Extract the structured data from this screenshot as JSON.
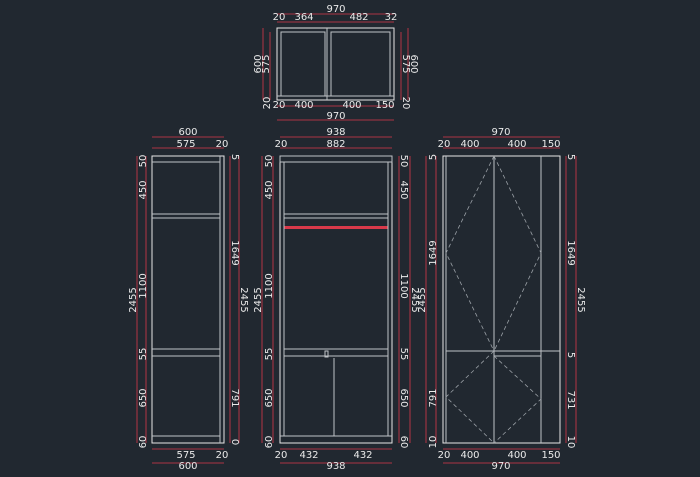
{
  "colors": {
    "background": "#212830",
    "dimension": "#d8394a",
    "outline": "#e6e6e6",
    "rod": "#d8394a"
  },
  "top_plan": {
    "top_dims": [
      "970",
      "20",
      "364",
      "482",
      "32"
    ],
    "left_dims": [
      "600",
      "575"
    ],
    "right_dims": [
      "575",
      "600"
    ],
    "bottom_dims": [
      "20",
      "400",
      "400",
      "150",
      "20",
      "20",
      "970"
    ]
  },
  "left_section": {
    "top_dims": [
      "600",
      "575",
      "20"
    ],
    "left_dims": [
      "50",
      "450",
      "1100",
      "55",
      "650",
      "60",
      "2455"
    ],
    "right_dims": [
      "5",
      "1649",
      "2455",
      "791",
      "0"
    ],
    "bottom_dims": [
      "575",
      "20",
      "600"
    ]
  },
  "middle_section": {
    "top_dims": [
      "938",
      "20",
      "882"
    ],
    "left_dims": [
      "50",
      "450",
      "1100",
      "55",
      "650",
      "60",
      "2455"
    ],
    "right_dims": [
      "50",
      "450",
      "1100",
      "55",
      "650",
      "60",
      "2455"
    ],
    "bottom_dims": [
      "20",
      "432",
      "432",
      "938"
    ]
  },
  "front_elevation": {
    "top_dims": [
      "970",
      "20",
      "400",
      "400",
      "150"
    ],
    "left_dims": [
      "5",
      "1649",
      "2455",
      "791",
      "10"
    ],
    "right_dims": [
      "5",
      "1649",
      "2455",
      "5",
      "731",
      "10"
    ],
    "bottom_dims": [
      "20",
      "400",
      "400",
      "150",
      "970"
    ]
  }
}
